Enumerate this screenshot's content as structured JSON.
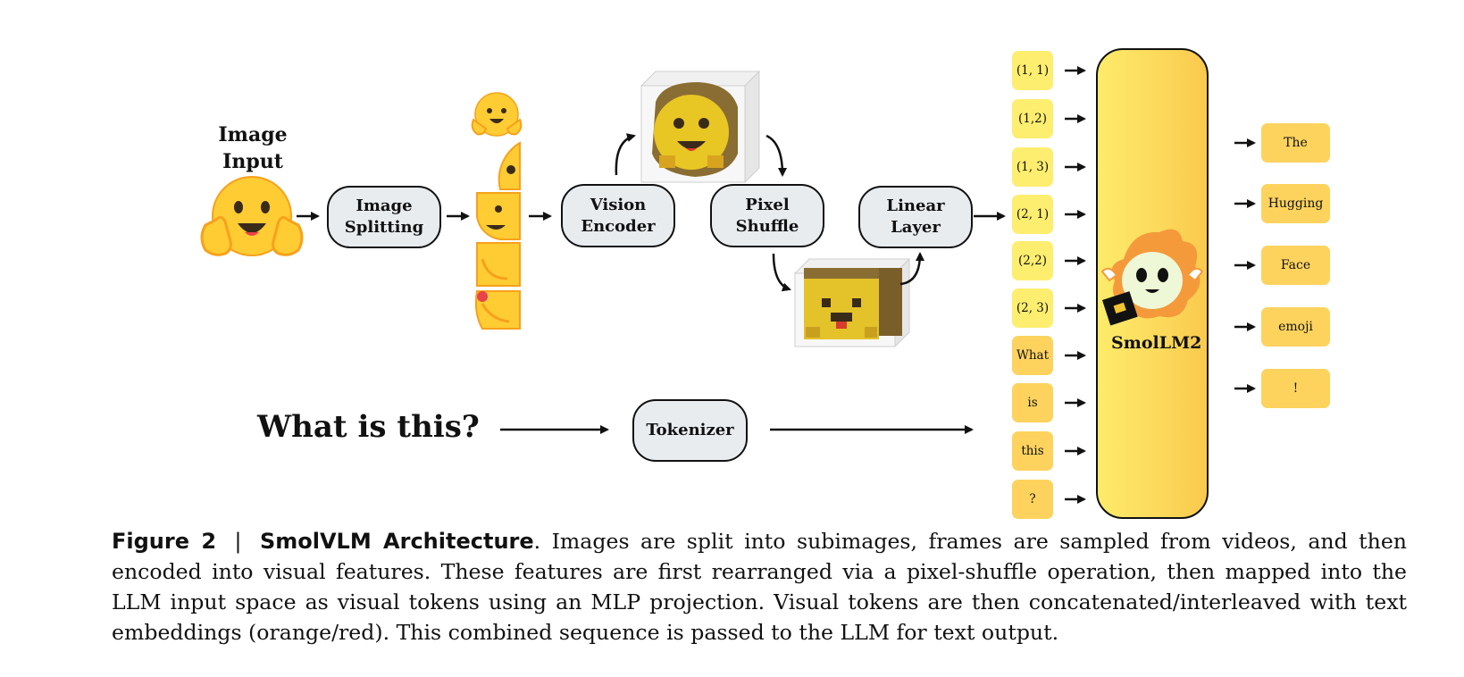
{
  "diagram": {
    "image_input_label_line1": "Image",
    "image_input_label_line2": "Input",
    "image_splitting_line1": "Image",
    "image_splitting_line2": "Splitting",
    "vision_encoder_line1": "Vision",
    "vision_encoder_line2": "Encoder",
    "pixel_shuffle_line1": "Pixel",
    "pixel_shuffle_line2": "Shuffle",
    "linear_layer_line1": "Linear",
    "linear_layer_line2": "Layer",
    "question_text": "What is this?",
    "tokenizer_label": "Tokenizer",
    "llm_label": "SmolLM2",
    "input_tokens": [
      "(1, 1)",
      "(1,2)",
      "(1, 3)",
      "(2, 1)",
      "(2,2)",
      "(2, 3)",
      "What",
      "is",
      "this",
      "?"
    ],
    "output_tokens": [
      "The",
      "Hugging",
      "Face",
      "emoji",
      "!"
    ],
    "colors": {
      "image_token": "#fdee70",
      "text_token": "#fdd35e",
      "box_fill": "#e9ecef",
      "llm_fill": "#fcd85a",
      "emoji_yellow": "#ffcc33",
      "emoji_orange": "#f7a11b"
    },
    "icons": [
      "hugging-face-emoji-icon",
      "voxel-emoji-cube-icon",
      "smollm2-mascot-icon"
    ]
  },
  "caption": {
    "figure_label": "Figure 2",
    "separator": "|",
    "title": "SmolVLM Architecture",
    "text": ". Images are split into subimages, frames are sampled from videos, and then encoded into visual features. These features are first rearranged via a pixel-shuffle operation, then mapped into the LLM input space as visual tokens using an MLP projection. Visual tokens are then concatenated/interleaved with text embeddings (orange/red). This combined sequence is passed to the LLM for text output."
  }
}
